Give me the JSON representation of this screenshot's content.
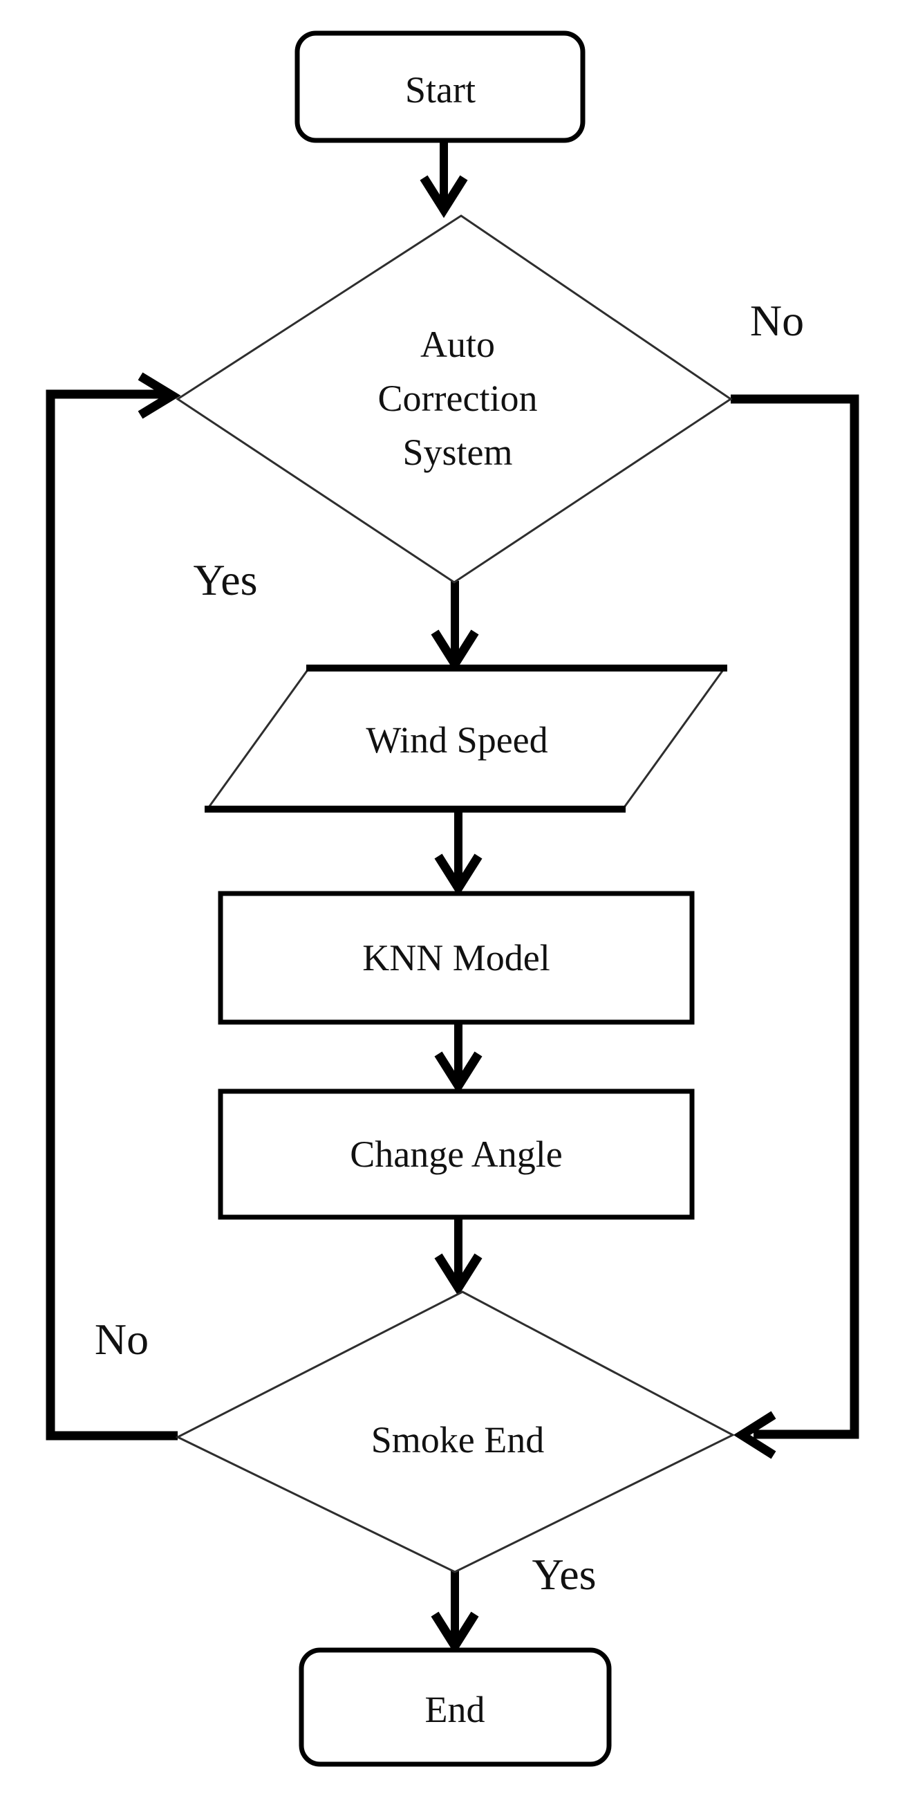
{
  "flowchart": {
    "background_color": "#ffffff",
    "line_color": "#000000",
    "nodes": {
      "start": {
        "type": "terminator",
        "label": "Start"
      },
      "auto_correction_system": {
        "type": "decision",
        "label": "Auto Correction System",
        "lines": [
          "Auto",
          "Correction",
          "System"
        ]
      },
      "wind_speed": {
        "type": "input_output",
        "label": "Wind Speed"
      },
      "knn_model": {
        "type": "process",
        "label": "KNN Model"
      },
      "change_angle": {
        "type": "process",
        "label": "Change Angle"
      },
      "smoke_end": {
        "type": "decision",
        "label": "Smoke End"
      },
      "end": {
        "type": "terminator",
        "label": "End"
      }
    },
    "branch_labels": {
      "auto_correction_no": "No",
      "auto_correction_yes": "Yes",
      "smoke_end_no": "No",
      "smoke_end_yes": "Yes"
    },
    "edges": [
      {
        "from": "start",
        "to": "auto_correction_system",
        "label": ""
      },
      {
        "from": "auto_correction_system",
        "to": "wind_speed",
        "label": "Yes"
      },
      {
        "from": "auto_correction_system",
        "to": "smoke_end",
        "label": "No"
      },
      {
        "from": "wind_speed",
        "to": "knn_model",
        "label": ""
      },
      {
        "from": "knn_model",
        "to": "change_angle",
        "label": ""
      },
      {
        "from": "change_angle",
        "to": "smoke_end",
        "label": ""
      },
      {
        "from": "smoke_end",
        "to": "auto_correction_system",
        "label": "No"
      },
      {
        "from": "smoke_end",
        "to": "end",
        "label": "Yes"
      }
    ]
  }
}
